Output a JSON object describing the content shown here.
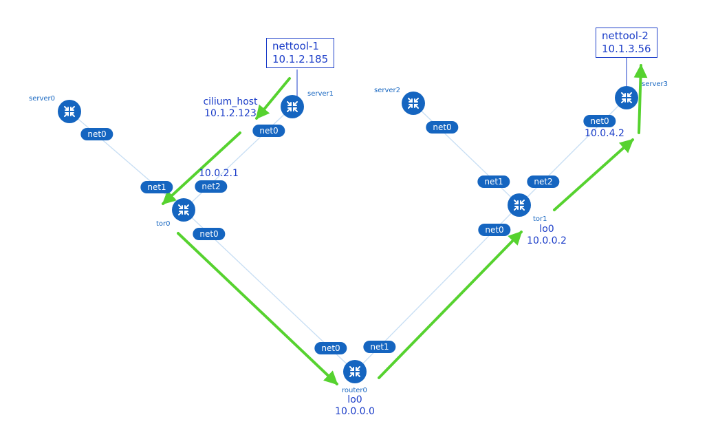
{
  "colors": {
    "node": "#1565c0",
    "link": "#c9dff4",
    "annotation": "#1a3cc8",
    "path_arrow": "#56d22f"
  },
  "nodes": {
    "server0": "server0",
    "server1": "server1",
    "server2": "server2",
    "server3": "server3",
    "tor0": "tor0",
    "tor1": "tor1",
    "router0": "router0",
    "icon": "router-icon"
  },
  "interfaces": {
    "server0_net0": "net0",
    "server1_net0": "net0",
    "server2_net0": "net0",
    "server3_net0": "net0",
    "tor0_net1": "net1",
    "tor0_net2": "net2",
    "tor0_net0": "net0",
    "tor1_net1": "net1",
    "tor1_net2": "net2",
    "tor1_net0": "net0",
    "router0_net0": "net0",
    "router0_net1": "net1"
  },
  "boxes": {
    "nettool1_name": "nettool-1",
    "nettool1_ip": "10.1.2.185",
    "nettool2_name": "nettool-2",
    "nettool2_ip": "10.1.3.56"
  },
  "annotations": {
    "cilium_host": "cilium_host",
    "cilium_host_ip": "10.1.2.123",
    "tor0_gw_ip": "10.0.2.1",
    "server3_net0_ip": "10.0.4.2",
    "tor1_lo": "lo0",
    "tor1_lo_ip": "10.0.0.2",
    "router0_lo": "lo0",
    "router0_lo_ip": "10.0.0.0"
  }
}
